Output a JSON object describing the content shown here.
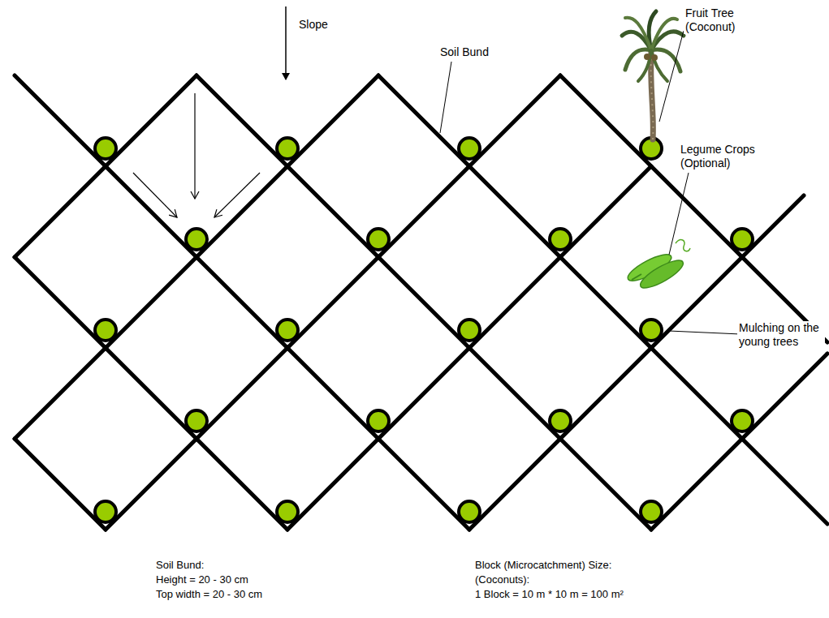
{
  "diagram": {
    "labels": [
      "Slope",
      "Soil Bund",
      "Fruit Tree (Coconut)",
      "Legume Crops (Optional)",
      "Mulching on the young trees",
      "Soil Bund:",
      "Height = 20 - 30 cm",
      "Top width = 20 - 30 cm",
      "Block (Microcatchment) Size:",
      "(Coconuts):",
      "1 Block = 10 m * 10 m = 100 m²"
    ]
  }
}
